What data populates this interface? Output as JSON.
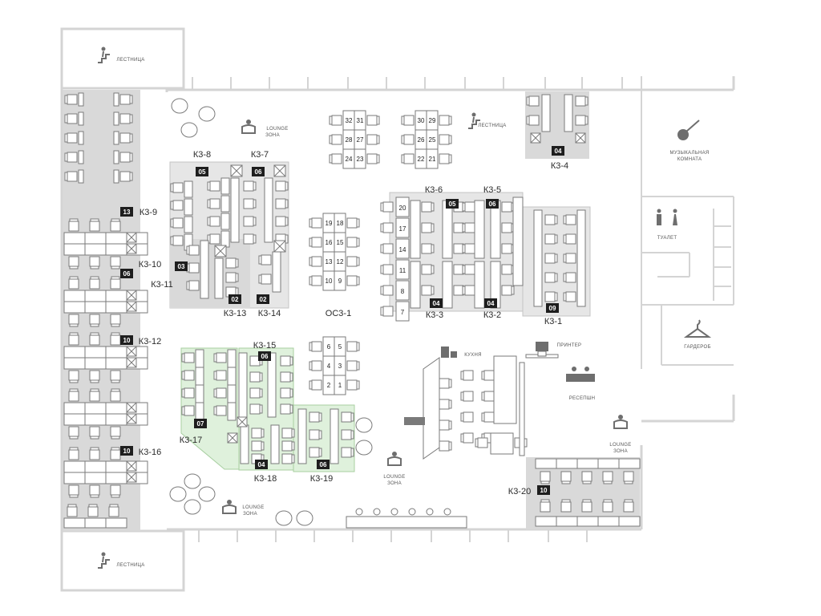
{
  "colors": {
    "wall": "#d4d4d4",
    "zone_gray": "#d9d9d9",
    "zone_light": "#e6e6e6",
    "zone_green": "#dff1dc",
    "badge": "#1e1e1e",
    "desk_stroke": "#7a7a7a",
    "icon": "#6e6e6e"
  },
  "icons": {
    "stairs": "person-stairs-icon",
    "lounge": "armchair-icon",
    "music": "music-icon",
    "toilet": "toilet-icon",
    "wardrobe": "hanger-icon",
    "reception": "reception-icon",
    "printer": "printer-icon",
    "kitchen": "kitchen-icon"
  },
  "zones": [
    {
      "id": "k3-1",
      "label": "К3-1",
      "capacity": "09"
    },
    {
      "id": "k3-2",
      "label": "К3-2",
      "capacity": "04"
    },
    {
      "id": "k3-3",
      "label": "К3-3",
      "capacity": "04"
    },
    {
      "id": "k3-4",
      "label": "К3-4",
      "capacity": "04"
    },
    {
      "id": "k3-5",
      "label": "К3-5",
      "capacity": "06"
    },
    {
      "id": "k3-6",
      "label": "К3-6",
      "capacity": "05"
    },
    {
      "id": "k3-7",
      "label": "К3-7",
      "capacity": "06"
    },
    {
      "id": "k3-8",
      "label": "К3-8",
      "capacity": "05"
    },
    {
      "id": "k3-9",
      "label": "К3-9",
      "capacity": "13"
    },
    {
      "id": "k3-10",
      "label": "К3-10",
      "capacity": "06"
    },
    {
      "id": "k3-11",
      "label": "К3-11",
      "capacity": "03"
    },
    {
      "id": "k3-12",
      "label": "К3-12",
      "capacity": "10"
    },
    {
      "id": "k3-13",
      "label": "К3-13",
      "capacity": "02"
    },
    {
      "id": "k3-14",
      "label": "К3-14",
      "capacity": "02"
    },
    {
      "id": "k3-15",
      "label": "К3-15",
      "capacity": "06"
    },
    {
      "id": "k3-16",
      "label": "К3-16",
      "capacity": "10"
    },
    {
      "id": "k3-17",
      "label": "К3-17",
      "capacity": "07"
    },
    {
      "id": "k3-18",
      "label": "К3-18",
      "capacity": "04"
    },
    {
      "id": "k3-19",
      "label": "К3-19",
      "capacity": "06"
    },
    {
      "id": "k3-20",
      "label": "К3-20",
      "capacity": "10"
    }
  ],
  "open_space": {
    "label": "ОС3-1",
    "cluster_center": [
      "19",
      "18",
      "16",
      "15",
      "13",
      "12",
      "10",
      "9"
    ],
    "cluster_top_left": [
      "32",
      "31",
      "28",
      "27",
      "24",
      "23"
    ],
    "cluster_top_right": [
      "30",
      "29",
      "26",
      "25",
      "22",
      "21"
    ],
    "cluster_lower": [
      "6",
      "5",
      "4",
      "3",
      "2",
      "1"
    ],
    "column_k33": [
      "20",
      "17",
      "14",
      "11",
      "8",
      "7"
    ]
  },
  "labels": {
    "stairs": "ЛЕСТНИЦА",
    "lounge": "LOUNGE",
    "lounge_sub": "ЗОНА",
    "music": "МУЗЫКАЛЬНАЯ",
    "music_sub": "КОМНАТА",
    "toilet": "ТУАЛЕТ",
    "wardrobe": "ГАРДЕРОБ",
    "reception": "РЕСЕПШН",
    "printer": "ПРИНТЕР",
    "kitchen": "КУХНЯ"
  }
}
